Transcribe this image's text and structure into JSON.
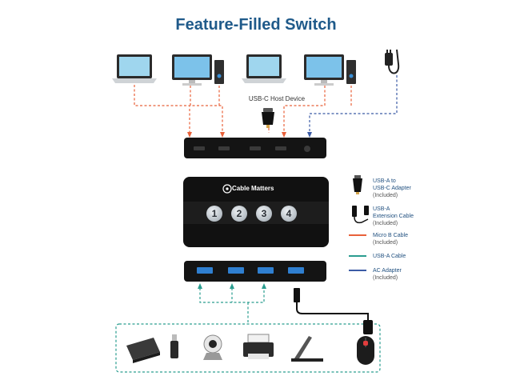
{
  "title": "Feature-Filled Switch",
  "host_device_label": "USB-C Host Device",
  "brand": "Cable Matters",
  "buttons": [
    "1",
    "2",
    "3",
    "4"
  ],
  "legend": [
    {
      "title": "USB-A to",
      "title2": "USB-C Adapter",
      "sub": "(Included)",
      "icon": "usb-c-adapter-icon"
    },
    {
      "title": "USB-A",
      "title2": "Extension Cable",
      "sub": "(Included)",
      "icon": "usb-extension-cable-icon"
    },
    {
      "title": "Micro B Cable",
      "sub": "(Included)",
      "color": "#e8613a"
    },
    {
      "title": "USB-A Cable",
      "color": "#2a9d8f"
    },
    {
      "title": "AC Adapter",
      "sub": "(Included)",
      "color": "#3b5ba5"
    }
  ],
  "colors": {
    "micro_b": "#e8613a",
    "usb_a": "#2a9d8f",
    "ac": "#3b5ba5",
    "title": "#1f5a8a",
    "device_dark": "#141414",
    "usb_port_blue": "#2f7fd0"
  },
  "icons": [
    "laptop-icon",
    "desktop-monitor-icon",
    "power-adapter-icon",
    "external-drive-icon",
    "usb-flash-drive-icon",
    "webcam-icon",
    "printer-icon",
    "scanner-icon",
    "mouse-icon"
  ]
}
